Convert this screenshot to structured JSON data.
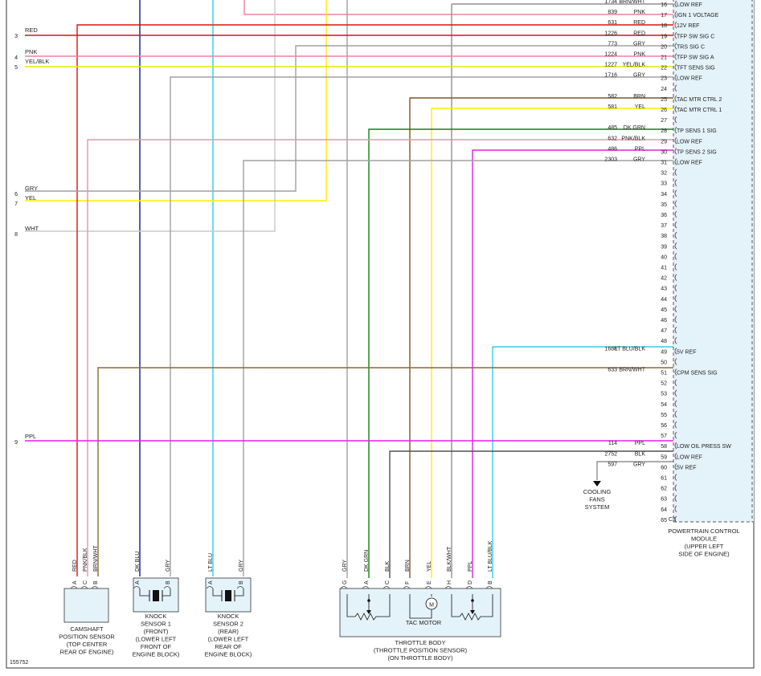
{
  "doc_id": "155752",
  "left_pins": [
    {
      "num": "3",
      "color": "RED",
      "hex": "#e01010"
    },
    {
      "num": "4",
      "color": "PNK",
      "hex": "#f080a0"
    },
    {
      "num": "5",
      "color": "YEL/BLK",
      "hex": "#e8e800"
    },
    {
      "num": "6",
      "color": "GRY",
      "hex": "#a0a0a0"
    },
    {
      "num": "7",
      "color": "YEL",
      "hex": "#ffee00"
    },
    {
      "num": "8",
      "color": "WHT",
      "hex": "#c8c8c8"
    },
    {
      "num": "9",
      "color": "PPL",
      "hex": "#e020e0"
    }
  ],
  "pcm_label": [
    "POWERTRAIN CONTROL",
    "MODULE",
    "(UPPER LEFT",
    "SIDE OF ENGINE)"
  ],
  "pcm_connector_id": "C3",
  "pcm_pins": [
    {
      "pin": "16",
      "circuit": "1734",
      "color": "BRN/WHT",
      "signal": "LOW REF",
      "hex": "#6b4a10"
    },
    {
      "pin": "17",
      "circuit": "839",
      "color": "PNK",
      "signal": "IGN 1 VOLTAGE",
      "hex": "#f080a0"
    },
    {
      "pin": "18",
      "circuit": "631",
      "color": "RED",
      "signal": "12V REF",
      "hex": "#e01010"
    },
    {
      "pin": "19",
      "circuit": "1226",
      "color": "RED",
      "signal": "TFP SW SIG C",
      "hex": "#e01010"
    },
    {
      "pin": "20",
      "circuit": "773",
      "color": "GRY",
      "signal": "TRS SIG C",
      "hex": "#a0a0a0"
    },
    {
      "pin": "21",
      "circuit": "1224",
      "color": "PNK",
      "signal": "TFP SW SIG A",
      "hex": "#f080a0"
    },
    {
      "pin": "22",
      "circuit": "1227",
      "color": "YEL/BLK",
      "signal": "TFT SENS SIG",
      "hex": "#e8e800"
    },
    {
      "pin": "23",
      "circuit": "1716",
      "color": "GRY",
      "signal": "LOW REF",
      "hex": "#a0a0a0"
    },
    {
      "pin": "24",
      "circuit": "",
      "color": "",
      "signal": "",
      "hex": ""
    },
    {
      "pin": "25",
      "circuit": "582",
      "color": "BRN",
      "signal": "TAC MTR CTRL 2",
      "hex": "#7a5a20"
    },
    {
      "pin": "26",
      "circuit": "581",
      "color": "YEL",
      "signal": "TAC MTR CTRL 1",
      "hex": "#ffee00"
    },
    {
      "pin": "27",
      "circuit": "",
      "color": "",
      "signal": "",
      "hex": ""
    },
    {
      "pin": "28",
      "circuit": "485",
      "color": "DK GRN",
      "signal": "TP SENS 1 SIG",
      "hex": "#108010"
    },
    {
      "pin": "29",
      "circuit": "632",
      "color": "PNK/BLK",
      "signal": "LOW REF",
      "hex": "#f090a8"
    },
    {
      "pin": "30",
      "circuit": "486",
      "color": "PPL",
      "signal": "TP SENS 2 SIG",
      "hex": "#e020e0"
    },
    {
      "pin": "31",
      "circuit": "2303",
      "color": "GRY",
      "signal": "LOW REF",
      "hex": "#a0a0a0"
    },
    {
      "pin": "32",
      "circuit": "",
      "color": "",
      "signal": "",
      "hex": ""
    },
    {
      "pin": "33",
      "circuit": "",
      "color": "",
      "signal": "",
      "hex": ""
    },
    {
      "pin": "34",
      "circuit": "",
      "color": "",
      "signal": "",
      "hex": ""
    },
    {
      "pin": "35",
      "circuit": "",
      "color": "",
      "signal": "",
      "hex": ""
    },
    {
      "pin": "36",
      "circuit": "",
      "color": "",
      "signal": "",
      "hex": ""
    },
    {
      "pin": "37",
      "circuit": "",
      "color": "",
      "signal": "",
      "hex": ""
    },
    {
      "pin": "38",
      "circuit": "",
      "color": "",
      "signal": "",
      "hex": ""
    },
    {
      "pin": "39",
      "circuit": "",
      "color": "",
      "signal": "",
      "hex": ""
    },
    {
      "pin": "40",
      "circuit": "",
      "color": "",
      "signal": "",
      "hex": ""
    },
    {
      "pin": "41",
      "circuit": "",
      "color": "",
      "signal": "",
      "hex": ""
    },
    {
      "pin": "42",
      "circuit": "",
      "color": "",
      "signal": "",
      "hex": ""
    },
    {
      "pin": "43",
      "circuit": "",
      "color": "",
      "signal": "",
      "hex": ""
    },
    {
      "pin": "44",
      "circuit": "",
      "color": "",
      "signal": "",
      "hex": ""
    },
    {
      "pin": "45",
      "circuit": "",
      "color": "",
      "signal": "",
      "hex": ""
    },
    {
      "pin": "46",
      "circuit": "",
      "color": "",
      "signal": "",
      "hex": ""
    },
    {
      "pin": "47",
      "circuit": "",
      "color": "",
      "signal": "",
      "hex": ""
    },
    {
      "pin": "48",
      "circuit": "",
      "color": "",
      "signal": "",
      "hex": ""
    },
    {
      "pin": "49",
      "circuit": "1688",
      "color": "LT BLU/BLK",
      "signal": "5V REF",
      "hex": "#30d0e0"
    },
    {
      "pin": "50",
      "circuit": "",
      "color": "",
      "signal": "",
      "hex": ""
    },
    {
      "pin": "51",
      "circuit": "633",
      "color": "BRN/WHT",
      "signal": "CPM SENS SIG",
      "hex": "#8a6a30"
    },
    {
      "pin": "52",
      "circuit": "",
      "color": "",
      "signal": "",
      "hex": ""
    },
    {
      "pin": "53",
      "circuit": "",
      "color": "",
      "signal": "",
      "hex": ""
    },
    {
      "pin": "54",
      "circuit": "",
      "color": "",
      "signal": "",
      "hex": ""
    },
    {
      "pin": "55",
      "circuit": "",
      "color": "",
      "signal": "",
      "hex": ""
    },
    {
      "pin": "56",
      "circuit": "",
      "color": "",
      "signal": "",
      "hex": ""
    },
    {
      "pin": "57",
      "circuit": "",
      "color": "",
      "signal": "",
      "hex": ""
    },
    {
      "pin": "58",
      "circuit": "114",
      "color": "PPL",
      "signal": "LOW OIL PRESS SW",
      "hex": "#e020e0"
    },
    {
      "pin": "59",
      "circuit": "2752",
      "color": "BLK",
      "signal": "LOW REF",
      "hex": "#505050"
    },
    {
      "pin": "60",
      "circuit": "597",
      "color": "GRY",
      "signal": "5V REF",
      "hex": "#909090"
    },
    {
      "pin": "61",
      "circuit": "",
      "color": "",
      "signal": "",
      "hex": ""
    },
    {
      "pin": "62",
      "circuit": "",
      "color": "",
      "signal": "",
      "hex": ""
    },
    {
      "pin": "63",
      "circuit": "",
      "color": "",
      "signal": "",
      "hex": ""
    },
    {
      "pin": "64",
      "circuit": "",
      "color": "",
      "signal": "",
      "hex": ""
    },
    {
      "pin": "65",
      "circuit": "",
      "color": "",
      "signal": "",
      "hex": ""
    }
  ],
  "cooling_fans": [
    "COOLING",
    "FANS",
    "SYSTEM"
  ],
  "camshaft_sensor": {
    "label": [
      "CAMSHAFT",
      "POSITION SENSOR",
      "(TOP CENTER",
      "REAR OF ENGINE)"
    ],
    "pins": [
      {
        "letter": "A",
        "color": "RED",
        "hex": "#e01010"
      },
      {
        "letter": "C",
        "color": "PNK/BLK",
        "hex": "#f090a8"
      },
      {
        "letter": "B",
        "color": "BRN/WHT",
        "hex": "#8a6a30"
      }
    ]
  },
  "knock_sensor_1": {
    "label": [
      "KNOCK",
      "SENSOR 1",
      "(FRONT)",
      "(LOWER LEFT",
      "FRONT OF",
      "ENGINE BLOCK)"
    ],
    "pins": [
      {
        "letter": "A",
        "color": "DK BLU",
        "hex": "#102080"
      },
      {
        "letter": "B",
        "color": "GRY",
        "hex": "#a0a0a0"
      }
    ]
  },
  "knock_sensor_2": {
    "label": [
      "KNOCK",
      "SENSOR 2",
      "(REAR)",
      "(LOWER LEFT",
      "REAR OF",
      "ENGINE BLOCK)"
    ],
    "pins": [
      {
        "letter": "A",
        "color": "LT BLU",
        "hex": "#30d0e0"
      },
      {
        "letter": "B",
        "color": "GRY",
        "hex": "#a0a0a0"
      }
    ]
  },
  "throttle_body": {
    "label": [
      "THROTTLE BODY",
      "(THROTTLE POSITION SENSOR)",
      "(ON THROTTLE BODY)"
    ],
    "motor_label": "TAC MOTOR",
    "motor_symbol": "M",
    "pins": [
      {
        "letter": "G",
        "color": "GRY",
        "hex": "#a0a0a0"
      },
      {
        "letter": "A",
        "color": "DK GRN",
        "hex": "#108010"
      },
      {
        "letter": "C",
        "color": "BLK",
        "hex": "#505050"
      },
      {
        "letter": "F",
        "color": "BRN",
        "hex": "#7a5a20"
      },
      {
        "letter": "E",
        "color": "YEL",
        "hex": "#ffee00"
      },
      {
        "letter": "H",
        "color": "BLK/WHT",
        "hex": "#606060"
      },
      {
        "letter": "D",
        "color": "PPL",
        "hex": "#e020e0"
      },
      {
        "letter": "B",
        "color": "LT BLU/BLK",
        "hex": "#30d0e0"
      }
    ]
  }
}
